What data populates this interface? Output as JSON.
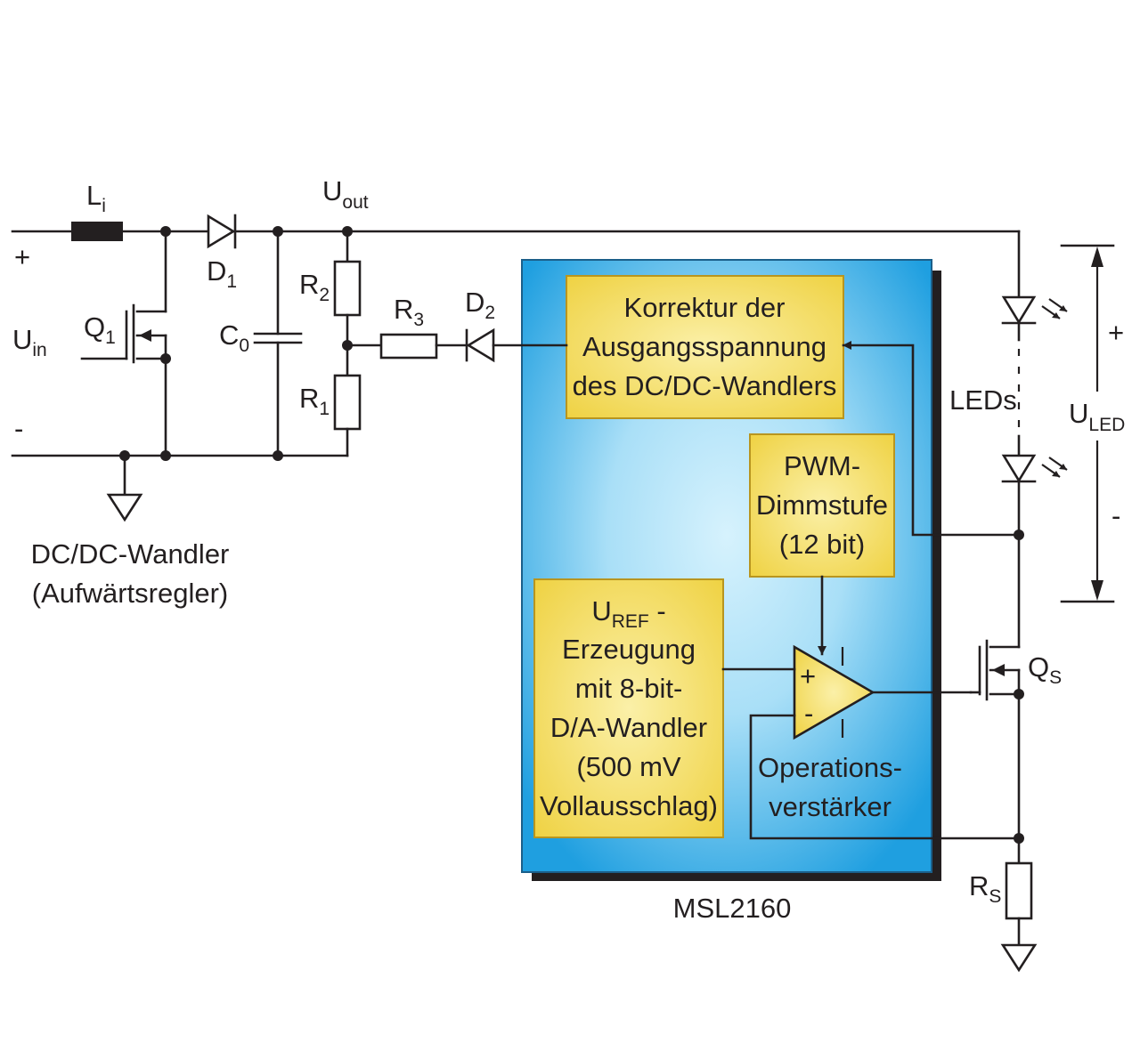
{
  "labels": {
    "li": "L",
    "li_sub": "i",
    "d1": "D",
    "d1_sub": "1",
    "uout": "U",
    "uout_sub": "out",
    "plus_in": "+",
    "minus_in": "-",
    "uin": "U",
    "uin_sub": "in",
    "q1": "Q",
    "q1_sub": "1",
    "c0": "C",
    "c0_sub": "0",
    "r2": "R",
    "r2_sub": "2",
    "r1": "R",
    "r1_sub": "1",
    "r3": "R",
    "r3_sub": "3",
    "d2": "D",
    "d2_sub": "2",
    "dcdc_line1": "DC/DC-Wandler",
    "dcdc_line2": "(Aufwärtsregler)",
    "leds": "LEDs",
    "uled": "U",
    "uled_sub": "LED",
    "plus_led": "+",
    "minus_led": "-",
    "qs": "Q",
    "qs_sub": "S",
    "rs": "R",
    "rs_sub": "S",
    "chip": "MSL2160",
    "opamp_plus": "+",
    "opamp_minus": "-",
    "opamp_line1": "Operations-",
    "opamp_line2": "verstärker"
  },
  "blocks": {
    "korrektur": [
      "Korrektur der",
      "Ausgangsspannung",
      "des DC/DC-Wandlers"
    ],
    "pwm": [
      "PWM-",
      "Dimmstufe",
      "(12 bit)"
    ],
    "uref_title": "U",
    "uref_sub": "REF",
    "uref_dash": " -",
    "uref_lines": [
      "Erzeugung",
      "mit 8-bit-",
      "D/A-Wandler",
      "(500 mV",
      "Vollausschlag)"
    ]
  },
  "colors": {
    "chip_outer": "#1f9fe0",
    "chip_inner": "#c8ecfb",
    "block_fill": "#f6e06a",
    "block_stroke": "#c9a227",
    "wire": "#231f20"
  }
}
